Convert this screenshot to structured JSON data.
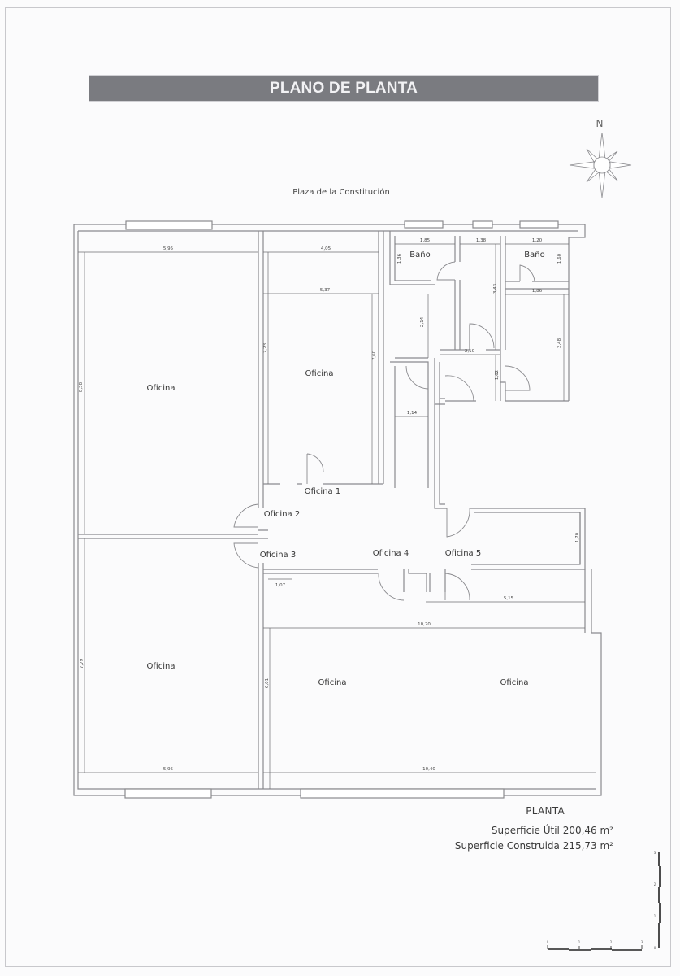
{
  "header": {
    "title": "PLANO DE PLANTA"
  },
  "compass": {
    "north_label": "N"
  },
  "street": {
    "label": "Plaza de la Constitución"
  },
  "rooms": [
    {
      "id": "oficina-nw",
      "label": "Oficina"
    },
    {
      "id": "oficina-n",
      "label": "Oficina"
    },
    {
      "id": "bano-1",
      "label": "Baño"
    },
    {
      "id": "bano-2",
      "label": "Baño"
    },
    {
      "id": "oficina-1",
      "label": "Oficina 1"
    },
    {
      "id": "oficina-2",
      "label": "Oficina 2"
    },
    {
      "id": "oficina-3",
      "label": "Oficina 3"
    },
    {
      "id": "oficina-4",
      "label": "Oficina 4"
    },
    {
      "id": "oficina-5",
      "label": "Oficina 5"
    },
    {
      "id": "oficina-sw",
      "label": "Oficina"
    },
    {
      "id": "oficina-s1",
      "label": "Oficina"
    },
    {
      "id": "oficina-s2",
      "label": "Oficina"
    }
  ],
  "dimensions": {
    "top_left_width": "5,95",
    "top_mid_width": "4,05",
    "mid_width": "5,37",
    "bano1_width": "1,85",
    "pasillo_width": "1,38",
    "bano2_width": "1,20",
    "bano1_height": "1,36",
    "bano2_height": "1,60",
    "bano2_bottom": "1,86",
    "pasillo_height": "3,43",
    "hall_height": "2,14",
    "hall_width": "2,10",
    "right_room_height": "3,48",
    "small_hall_height": "1,62",
    "corridor_width": "1,14",
    "oficina_n_height": "7,23",
    "oficina_n_inner_height": "7,60",
    "oficina_nw_height": "8,38",
    "oficina5_height": "1,70",
    "small_width": "1,07",
    "oficina5_width": "5,15",
    "south_width": "10,20",
    "oficina_sw_height": "7,79",
    "oficina_s_height": "6,01",
    "bottom_left_width": "5,95",
    "bottom_right_width": "10,40"
  },
  "summary": {
    "heading": "PLANTA",
    "useful_area": "Superficie Útil  200,46 m²",
    "built_area": "Superficie Construida 215,73 m²"
  },
  "scale_bar": {
    "horizontal_ticks": [
      "0",
      "1",
      "2",
      "3"
    ],
    "vertical_ticks": [
      "3",
      "2",
      "1",
      "0"
    ]
  },
  "colors": {
    "title_bg": "#7a7b80",
    "title_text": "#f2f2f4",
    "wall": "#8a8a8e",
    "dim_line": "#6e6e72",
    "text": "#333333"
  }
}
